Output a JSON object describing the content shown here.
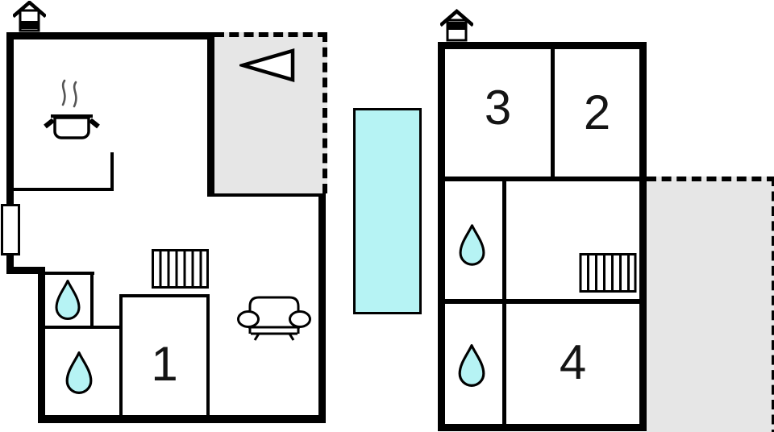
{
  "scene": "vacation-home-floor-plan",
  "colors": {
    "background": "#ffffff",
    "wall": "#000000",
    "terrace_fill": "#e6e6e6",
    "water_fill": "#b6f3f4"
  },
  "labels": {
    "room1": "1",
    "room2": "2",
    "room3": "3",
    "room4": "4"
  },
  "left_unit": {
    "room_labels": [
      "1"
    ],
    "features": [
      "fireplace",
      "cooker",
      "entrance-window",
      "direction-arrow",
      "stairs",
      "sofa",
      "water-drop",
      "water-drop",
      "terrace"
    ]
  },
  "right_unit": {
    "room_labels": [
      "3",
      "2",
      "4"
    ],
    "features": [
      "fireplace",
      "stairs",
      "water-drop",
      "water-drop",
      "terrace"
    ]
  },
  "pool": {
    "feature": "swimming-pool"
  },
  "icons": {
    "fireplace": "house-with-chimney svg shape",
    "cooker": "pot-with-steam svg shape",
    "water_drop": "teardrop svg shape",
    "stairs": "striped-rectangle svg shape",
    "sofa": "sofa-front svg shape",
    "direction_arrow": "left-pointing-triangle svg shape"
  }
}
